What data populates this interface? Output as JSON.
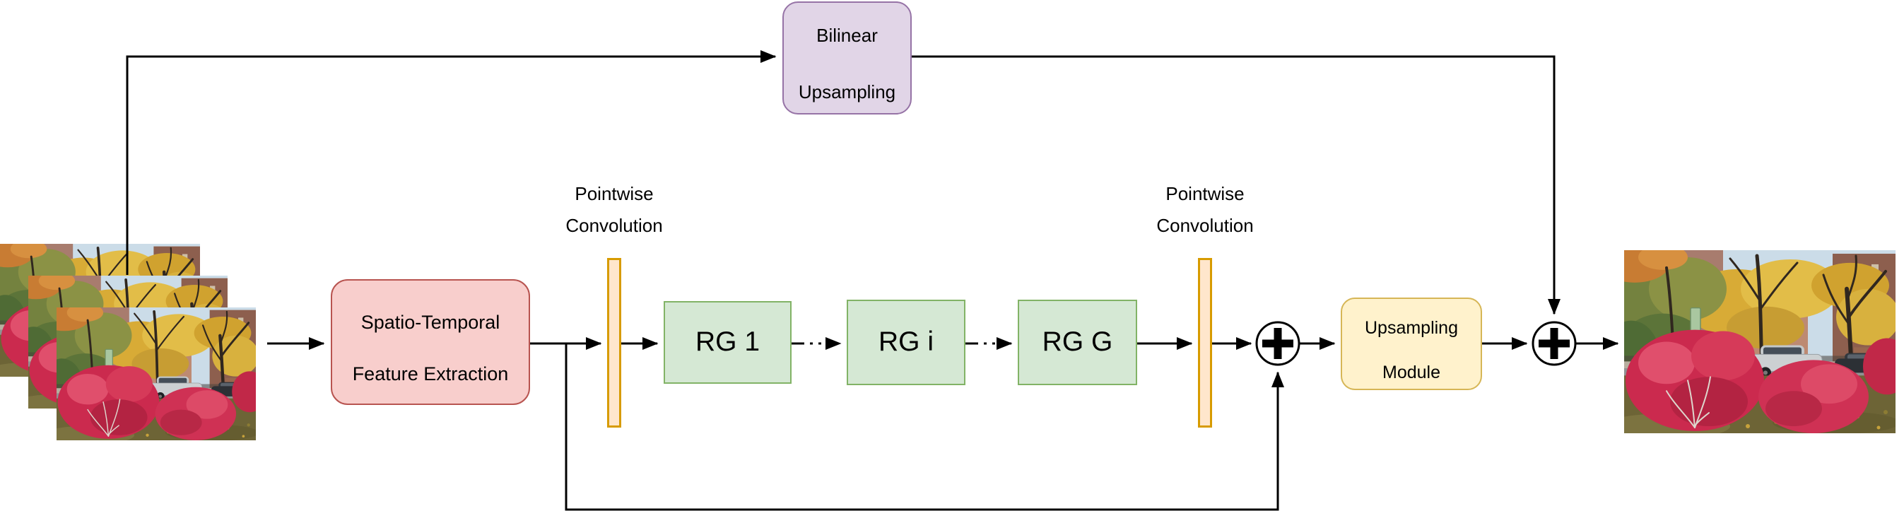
{
  "diagram": {
    "nodes": {
      "bilinear_upsampling": {
        "line1": "Bilinear",
        "line2": "Upsampling"
      },
      "spatio_temporal": {
        "line1": "Spatio-Temporal",
        "line2": "Feature Extraction"
      },
      "rg_first": {
        "label": "RG 1"
      },
      "rg_middle": {
        "label": "RG i"
      },
      "rg_last": {
        "label": "RG G"
      },
      "upsampling_module": {
        "line1": "Upsampling",
        "line2": "Module"
      }
    },
    "labels": {
      "pointwise_conv_1": {
        "line1": "Pointwise",
        "line2": "Convolution"
      },
      "pointwise_conv_2": {
        "line1": "Pointwise",
        "line2": "Convolution"
      }
    },
    "add_nodes": {
      "symbol": "+",
      "count": 2
    },
    "images": {
      "input_frames": {
        "count": 3,
        "icon": "autumn-street-photo"
      },
      "output_frame": {
        "count": 1,
        "icon": "autumn-street-photo"
      }
    }
  },
  "colors": {
    "stfe-fill": "#f8cecc",
    "stfe-border": "#b85450",
    "rg-fill": "#d5e8d4",
    "rg-border": "#82b366",
    "pointwise-fill": "#ffe6cc",
    "pointwise-border": "#d79b00",
    "upsample-fill": "#fff2cc",
    "upsample-border": "#d6b656",
    "bilinear-fill": "#e1d5e7",
    "bilinear-border": "#9673a6",
    "line": "#000000"
  }
}
